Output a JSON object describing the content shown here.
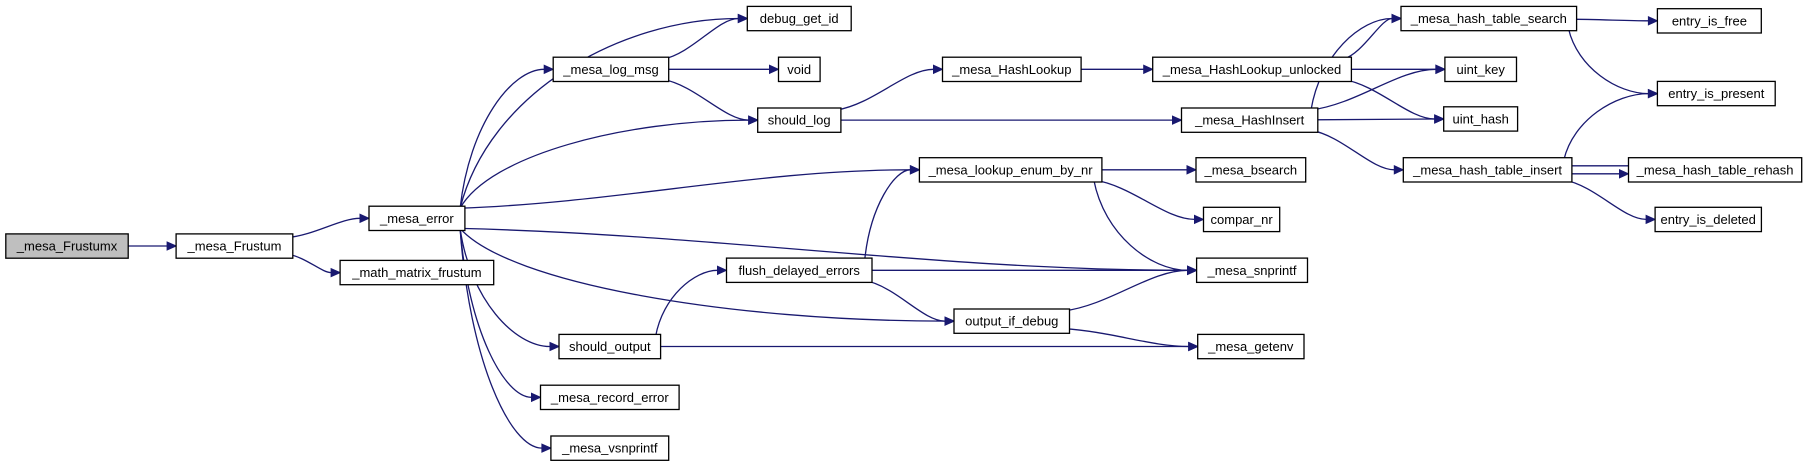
{
  "diagram": {
    "type": "call-graph",
    "colors": {
      "edge": "#191970",
      "root_fill": "#bfbfbf",
      "node_fill": "#ffffff",
      "node_border": "#000000"
    },
    "nodes": [
      {
        "id": "n_frustumx",
        "label": "_mesa_Frustumx",
        "root": true
      },
      {
        "id": "n_frustum",
        "label": "_mesa_Frustum"
      },
      {
        "id": "n_error",
        "label": "_mesa_error"
      },
      {
        "id": "n_matrix",
        "label": "_math_matrix_frustum"
      },
      {
        "id": "n_debugid",
        "label": "debug_get_id"
      },
      {
        "id": "n_logmsg",
        "label": "_mesa_log_msg"
      },
      {
        "id": "n_void",
        "label": "void"
      },
      {
        "id": "n_shouldlog",
        "label": "should_log"
      },
      {
        "id": "n_hashlookup",
        "label": "_mesa_HashLookup"
      },
      {
        "id": "n_hashlookupu",
        "label": "_mesa_HashLookup_unlocked"
      },
      {
        "id": "n_hashsearch",
        "label": "_mesa_hash_table_search"
      },
      {
        "id": "n_entryfree",
        "label": "entry_is_free"
      },
      {
        "id": "n_uintkey",
        "label": "uint_key"
      },
      {
        "id": "n_entrypresent",
        "label": "entry_is_present"
      },
      {
        "id": "n_hashinsert",
        "label": "_mesa_HashInsert"
      },
      {
        "id": "n_uinthash",
        "label": "uint_hash"
      },
      {
        "id": "n_lookupenum",
        "label": "_mesa_lookup_enum_by_nr"
      },
      {
        "id": "n_bsearch",
        "label": "_mesa_bsearch"
      },
      {
        "id": "n_tableinsert",
        "label": "_mesa_hash_table_insert"
      },
      {
        "id": "n_rehash",
        "label": "_mesa_hash_table_rehash"
      },
      {
        "id": "n_comparnr",
        "label": "compar_nr"
      },
      {
        "id": "n_entrydeleted",
        "label": "entry_is_deleted"
      },
      {
        "id": "n_flush",
        "label": "flush_delayed_errors"
      },
      {
        "id": "n_snprintf",
        "label": "_mesa_snprintf"
      },
      {
        "id": "n_outputdebug",
        "label": "output_if_debug"
      },
      {
        "id": "n_shouldoutput",
        "label": "should_output"
      },
      {
        "id": "n_getenv",
        "label": "_mesa_getenv"
      },
      {
        "id": "n_recorderror",
        "label": "_mesa_record_error"
      },
      {
        "id": "n_vsnprintf",
        "label": "_mesa_vsnprintf"
      }
    ],
    "edges": [
      {
        "from": "n_frustumx",
        "to": "n_frustum"
      },
      {
        "from": "n_frustum",
        "to": "n_error"
      },
      {
        "from": "n_frustum",
        "to": "n_matrix"
      },
      {
        "from": "n_error",
        "to": "n_debugid"
      },
      {
        "from": "n_error",
        "to": "n_logmsg"
      },
      {
        "from": "n_error",
        "to": "n_shouldlog"
      },
      {
        "from": "n_error",
        "to": "n_lookupenum"
      },
      {
        "from": "n_error",
        "to": "n_snprintf"
      },
      {
        "from": "n_error",
        "to": "n_outputdebug"
      },
      {
        "from": "n_error",
        "to": "n_shouldoutput"
      },
      {
        "from": "n_error",
        "to": "n_recorderror"
      },
      {
        "from": "n_error",
        "to": "n_vsnprintf"
      },
      {
        "from": "n_logmsg",
        "to": "n_debugid"
      },
      {
        "from": "n_logmsg",
        "to": "n_void"
      },
      {
        "from": "n_logmsg",
        "to": "n_shouldlog"
      },
      {
        "from": "n_shouldlog",
        "to": "n_hashlookup"
      },
      {
        "from": "n_shouldlog",
        "to": "n_hashinsert"
      },
      {
        "from": "n_hashlookup",
        "to": "n_hashlookupu"
      },
      {
        "from": "n_hashlookupu",
        "to": "n_hashsearch"
      },
      {
        "from": "n_hashlookupu",
        "to": "n_uintkey"
      },
      {
        "from": "n_hashlookupu",
        "to": "n_uinthash"
      },
      {
        "from": "n_hashsearch",
        "to": "n_entryfree"
      },
      {
        "from": "n_hashsearch",
        "to": "n_entrypresent"
      },
      {
        "from": "n_hashinsert",
        "to": "n_hashsearch"
      },
      {
        "from": "n_hashinsert",
        "to": "n_uintkey"
      },
      {
        "from": "n_hashinsert",
        "to": "n_uinthash"
      },
      {
        "from": "n_hashinsert",
        "to": "n_tableinsert"
      },
      {
        "from": "n_tableinsert",
        "to": "n_entrypresent"
      },
      {
        "from": "n_tableinsert",
        "to": "n_rehash"
      },
      {
        "from": "n_rehash",
        "to": "n_tableinsert"
      },
      {
        "from": "n_tableinsert",
        "to": "n_entrydeleted"
      },
      {
        "from": "n_lookupenum",
        "to": "n_bsearch"
      },
      {
        "from": "n_lookupenum",
        "to": "n_comparnr"
      },
      {
        "from": "n_lookupenum",
        "to": "n_snprintf"
      },
      {
        "from": "n_flush",
        "to": "n_lookupenum"
      },
      {
        "from": "n_flush",
        "to": "n_snprintf"
      },
      {
        "from": "n_flush",
        "to": "n_outputdebug"
      },
      {
        "from": "n_outputdebug",
        "to": "n_snprintf"
      },
      {
        "from": "n_outputdebug",
        "to": "n_getenv"
      },
      {
        "from": "n_shouldoutput",
        "to": "n_flush"
      },
      {
        "from": "n_shouldoutput",
        "to": "n_getenv"
      }
    ]
  }
}
